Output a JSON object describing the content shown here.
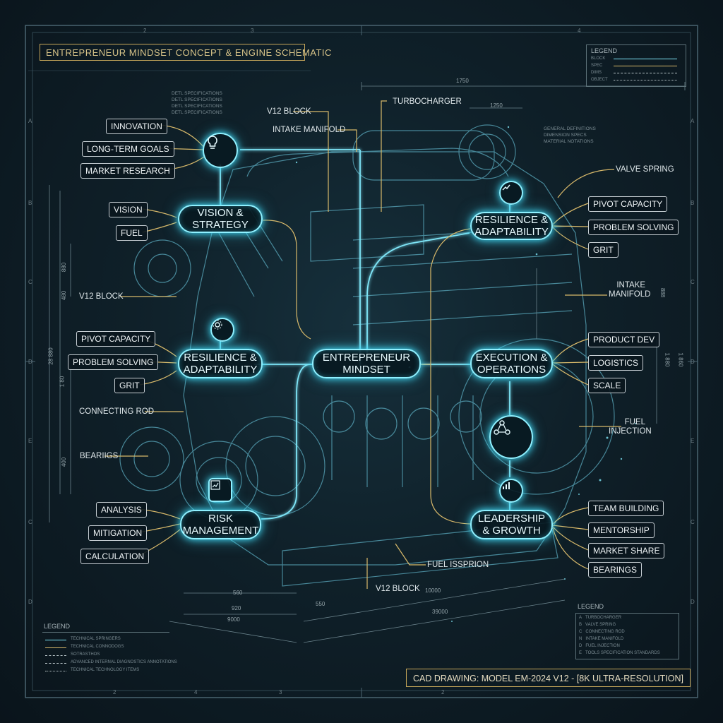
{
  "title": "ENTREPRENEUR MINDSET CONCEPT & ENGINE SCHEMATIC",
  "footer": "CAD DRAWING: MODEL EM-2024 V12 - [8K ULTRA-RESOLUTION]",
  "grid": {
    "top": [
      "2",
      "3",
      "4"
    ],
    "left": [
      "A",
      "B",
      "C",
      "D",
      "E",
      "C",
      "D"
    ],
    "right": [
      "A",
      "B",
      "C",
      "D",
      "E",
      "C",
      "D"
    ],
    "bottom": [
      "2",
      "4",
      "3",
      "2"
    ]
  },
  "nodes": {
    "vision_strategy": [
      "VISION &",
      "STRATEGY"
    ],
    "resilience_right": [
      "RESILIENCE &",
      "ADAPTABILITY"
    ],
    "resilience_left": [
      "RESILIENCE &",
      "ADAPTABILITY"
    ],
    "center": [
      "ENTREPRENEUR",
      "MINDSET"
    ],
    "execution": [
      "EXECUTION &",
      "OPERATIONS"
    ],
    "risk": [
      "RISK",
      "MANAGEMENT"
    ],
    "leadership": [
      "LEADERSHIP",
      "& GROWTH"
    ]
  },
  "labels": {
    "innovation": "INNOVATION",
    "long_term_goals": "LONG-TERM GOALS",
    "market_research": "MARKET RESEARCH",
    "vision": "VISION",
    "fuel": "FUEL",
    "v12_block": "V12 BLOCK",
    "pivot_capacity": "PIVOT CAPACITY",
    "problem_solving": "PROBLEM SOLVING",
    "grit": "GRIT",
    "connecting_rod": "CONNECTING ROD",
    "bearings_left": "BEARIIGS",
    "analysis": "ANALYSIS",
    "mitigation": "MITIGATION",
    "calculation": "CALCULATION",
    "intake_manifold": "INTAKE MANIFOLD",
    "turbocharger": "TURBOCHARGER",
    "valve_spring": "VALVE SPRING",
    "intake_right": [
      "INTAKE",
      "MANIFOLD"
    ],
    "product_dev": "PRODUCT DEV",
    "logistics": "LOGISTICS",
    "scale": "SCALE",
    "fuel_injection": [
      "FUEL",
      "INJECTION"
    ],
    "team_building": "TEAM BUILDING",
    "mentorship": "MENTORSHIP",
    "market_share": "MARKET SHARE",
    "bearings_right": "BEARINGS",
    "fuel_issprion": "FUEL ISSPRION"
  },
  "dimensions": {
    "d1750": "1750",
    "d1250": "1250",
    "d560": "560",
    "d920": "920",
    "d9000": "9000",
    "d550": "550",
    "d10000": "10000",
    "d39000": "39000",
    "left_a": "28 880",
    "left_b": "1 80",
    "left_c": "880",
    "left_d": "480",
    "left_e": "400",
    "right_a": "888",
    "right_b": "1 880",
    "right_c": "1 860"
  },
  "annotations": {
    "left": [
      "DETL SPECIFICATIONS",
      "DETL SPECIFICATIONS",
      "DETL SPECIFICATIONS",
      "DETL SPECIFICATIONS"
    ],
    "right": [
      "GENERAL DEFINITIONS",
      "DIMENSION SPECS",
      "MATERIAL NOTATIONS"
    ]
  },
  "legend_top": {
    "title": "LEGEND",
    "rows": [
      "BLOCK",
      "SPEC",
      "DIMS",
      "OBJECT"
    ]
  },
  "legend_bottom_left": {
    "title": "LEGEND",
    "rows": [
      "TECHNICAL SPRINGERS",
      "TECHNICAL CONNODOGS",
      "SOTRASTHOS",
      "ADVANCED INTERNAL DIAGNOSTICS ANNOTATIONS",
      "TECHNICAL TECHNOLOGY ITEMS"
    ]
  },
  "legend_bottom_right": {
    "title": "LEGEND",
    "keys": [
      "A",
      "B",
      "C",
      "N",
      "D",
      "E"
    ],
    "rows": [
      "TURBOCHARGER",
      "VALVE SPRING",
      "CONNECTING ROD",
      "INTAKE MANIFOLD",
      "FUEL INJECTION",
      "TOOLS SPECIFICATION STANDARDS"
    ]
  },
  "colors": {
    "background": "#0f2029",
    "cyan_glow": "#7fe6f8",
    "gold_line": "#d8b96a",
    "frame": "#4a6470"
  },
  "icons": [
    "lightbulb-icon",
    "growth-arrow-icon",
    "gear-icon",
    "network-nodes-icon",
    "bar-chart-icon",
    "chart-document-icon"
  ]
}
